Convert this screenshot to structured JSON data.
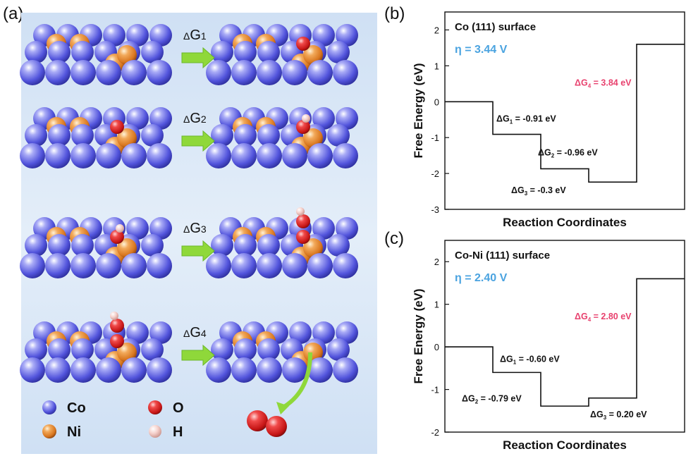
{
  "labels": {
    "panel_a": "(a)",
    "panel_b": "(b)",
    "panel_c": "(c)"
  },
  "legend": {
    "co": "Co",
    "ni": "Ni",
    "o": "O",
    "h": "H"
  },
  "steps": [
    {
      "symbol": "ΔG",
      "sub": "1"
    },
    {
      "symbol": "ΔG",
      "sub": "2"
    },
    {
      "symbol": "ΔG",
      "sub": "3"
    },
    {
      "symbol": "ΔG",
      "sub": "4"
    }
  ],
  "colors": {
    "co": "#5b5ce6",
    "ni": "#e0892e",
    "o": "#e02020",
    "h": "#f3c9c4",
    "arrow": "#8fd83a",
    "background": "#dbe8f6",
    "eta": "#4aa3e0",
    "dg4": "#e8416e"
  },
  "chart_data": [
    {
      "type": "line",
      "style": "step",
      "title": "Co (111)  surface",
      "eta_label": "η = 3.44 V",
      "xlabel": "Reaction Coordinates",
      "ylabel": "Free Energy (eV)",
      "ylim": [
        -3,
        2.5
      ],
      "yticks": [
        "-3",
        "-2",
        "-1",
        "0",
        "1",
        "2"
      ],
      "grid": false,
      "levels": [
        0,
        -0.91,
        -1.87,
        -2.24,
        1.6
      ],
      "annotations": [
        {
          "text": "ΔG",
          "sub": "1",
          "rest": " = -0.91 eV"
        },
        {
          "text": "ΔG",
          "sub": "2",
          "rest": " = -0.96 eV"
        },
        {
          "text": "ΔG",
          "sub": "3",
          "rest": " = -0.3 eV"
        },
        {
          "text": "ΔG",
          "sub": "4",
          "rest": " = 3.84 eV"
        }
      ]
    },
    {
      "type": "line",
      "style": "step",
      "title": "Co-Ni (111)  surface",
      "eta_label": "η = 2.40 V",
      "xlabel": "Reaction Coordinates",
      "ylabel": "Free Energy (eV)",
      "ylim": [
        -2,
        2.5
      ],
      "yticks": [
        "-2",
        "-1",
        "0",
        "1",
        "2"
      ],
      "grid": false,
      "levels": [
        0,
        -0.6,
        -1.39,
        -1.2,
        1.6
      ],
      "annotations": [
        {
          "text": "ΔG",
          "sub": "1",
          "rest": " = -0.60 eV"
        },
        {
          "text": "ΔG",
          "sub": "2",
          "rest": " = -0.79 eV"
        },
        {
          "text": "ΔG",
          "sub": "3",
          "rest": " = 0.20 eV"
        },
        {
          "text": "ΔG",
          "sub": "4",
          "rest": " = 2.80 eV"
        }
      ]
    }
  ]
}
